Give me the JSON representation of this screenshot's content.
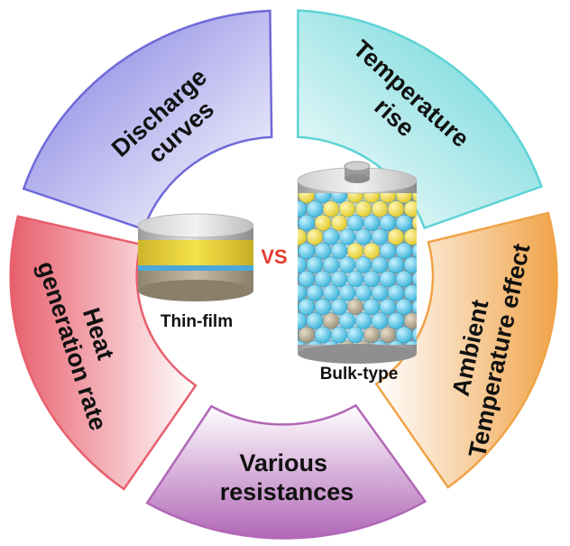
{
  "segments": [
    {
      "id": "discharge",
      "lines": [
        "Discharge",
        "curves"
      ],
      "color": "#6f6ad8"
    },
    {
      "id": "temperature-rise",
      "lines": [
        "Temperature",
        "rise"
      ],
      "color": "#5fd3d6"
    },
    {
      "id": "ambient",
      "lines": [
        "Ambient",
        "Temperature effect"
      ],
      "color": "#f0a347"
    },
    {
      "id": "resistances",
      "lines": [
        "Various",
        "resistances"
      ],
      "color": "#b167b7"
    },
    {
      "id": "heat",
      "lines": [
        "Heat",
        "generation rate"
      ],
      "color": "#e85f6d"
    }
  ],
  "center": {
    "thin_film_label": "Thin-film",
    "bulk_type_label": "Bulk-type",
    "vs_label": "VS"
  }
}
